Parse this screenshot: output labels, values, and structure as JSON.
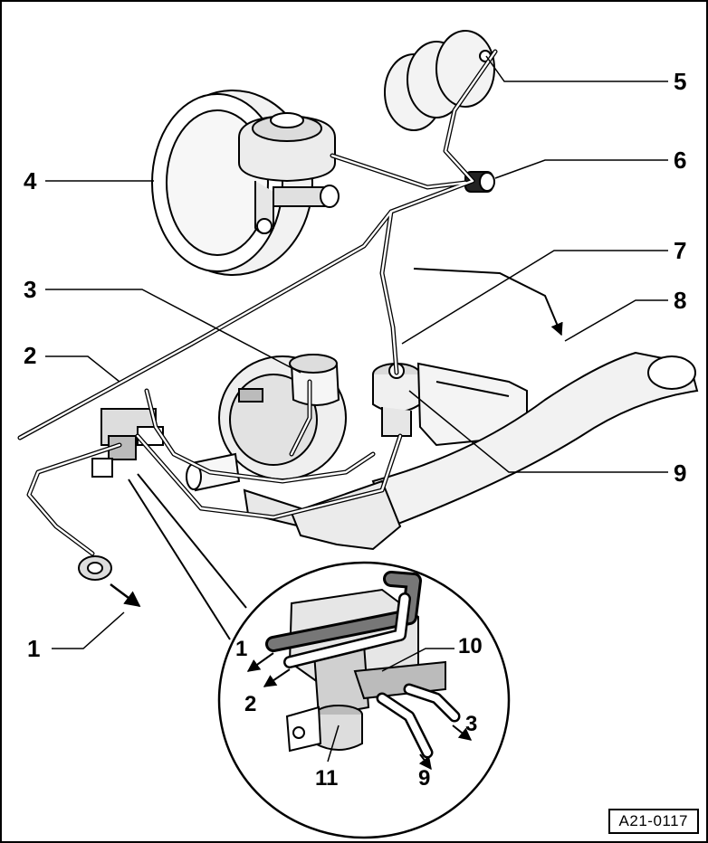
{
  "figure": {
    "reference_code": "A21-0117"
  },
  "callouts": [
    {
      "id": "c1",
      "label": "1"
    },
    {
      "id": "c2",
      "label": "2"
    },
    {
      "id": "c3",
      "label": "3"
    },
    {
      "id": "c4",
      "label": "4"
    },
    {
      "id": "c5",
      "label": "5"
    },
    {
      "id": "c6",
      "label": "6"
    },
    {
      "id": "c7",
      "label": "7"
    },
    {
      "id": "c8",
      "label": "8"
    },
    {
      "id": "c9",
      "label": "9"
    }
  ],
  "detail_callouts": [
    {
      "id": "d1",
      "label": "1"
    },
    {
      "id": "d2",
      "label": "2"
    },
    {
      "id": "d3",
      "label": "3"
    },
    {
      "id": "d9",
      "label": "9"
    },
    {
      "id": "d10",
      "label": "10"
    },
    {
      "id": "d11",
      "label": "11"
    }
  ]
}
